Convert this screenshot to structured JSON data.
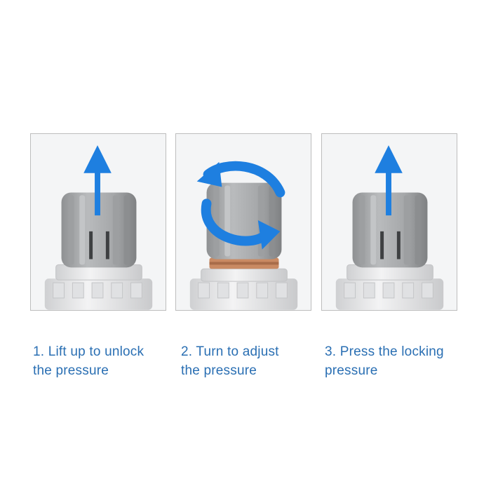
{
  "colors": {
    "accent": "#1e7fe0",
    "caption_text": "#2a6fb3",
    "knob_gray": "#a9abad",
    "body_white": "#eeeeef",
    "brass_ring": "#c98a63"
  },
  "steps": [
    {
      "icon": "arrow-up-icon",
      "caption_line1": "1. Lift up to unlock",
      "caption_line2": "the pressure"
    },
    {
      "icon": "rotate-arrows-icon",
      "caption_line1": "2. Turn to adjust",
      "caption_line2": "the pressure"
    },
    {
      "icon": "arrow-up-icon",
      "caption_line1": "3. Press the locking",
      "caption_line2": "pressure"
    }
  ]
}
